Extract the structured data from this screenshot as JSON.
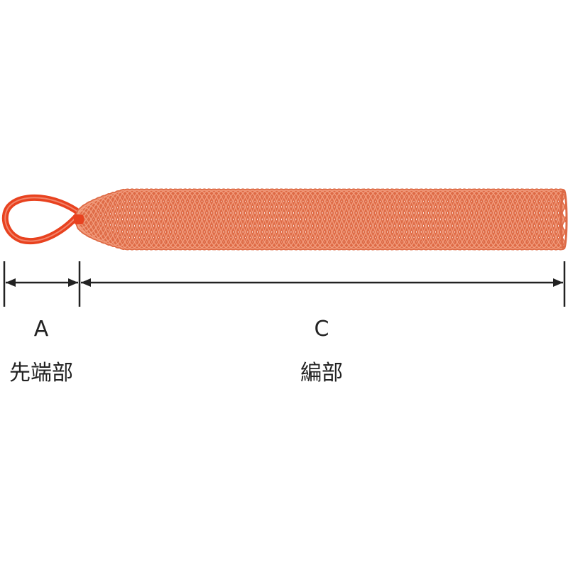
{
  "diagram": {
    "segments": [
      {
        "id": "a",
        "letter": "A",
        "caption": "先端部"
      },
      {
        "id": "c",
        "letter": "C",
        "caption": "編部"
      }
    ],
    "colors": {
      "loop": "#e8421f",
      "mesh": "#dd6a46",
      "mesh_highlight": "#f3a184",
      "dimension": "#222222"
    }
  }
}
